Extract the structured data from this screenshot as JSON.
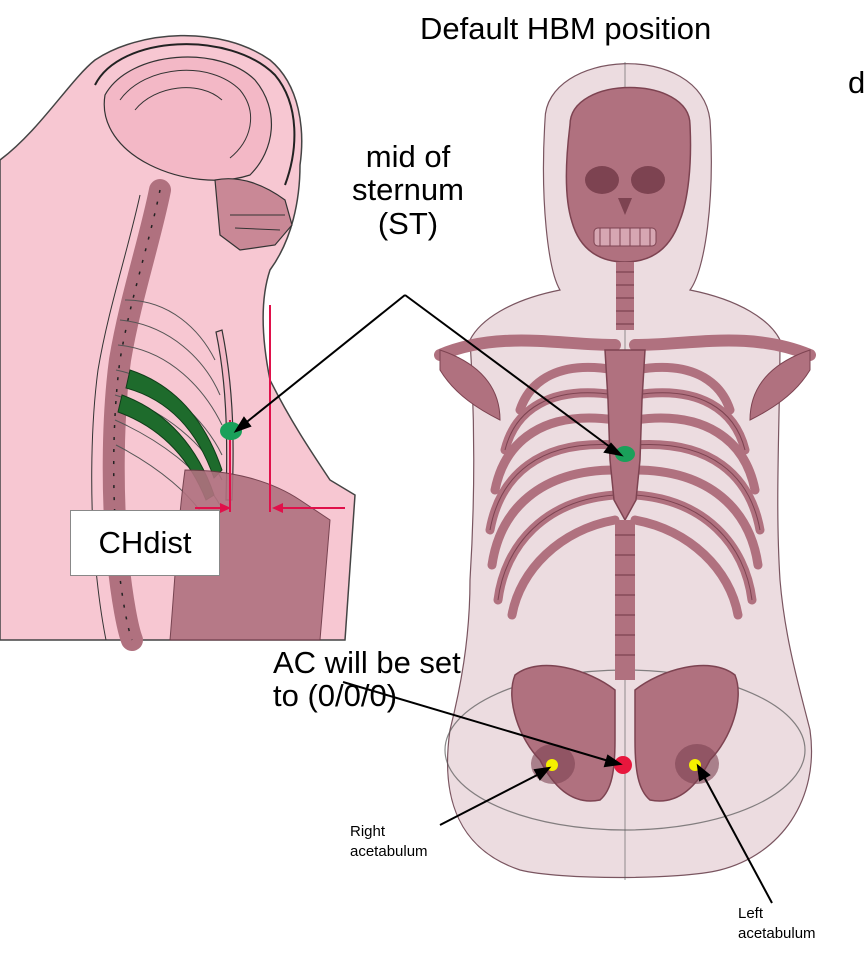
{
  "title": "Default HBM position",
  "cut_off_text": "d",
  "labels": {
    "sternum_line1": "mid of",
    "sternum_line2": "sternum",
    "sternum_line3": "(ST)",
    "chdist": "CHdist",
    "ac_line1": "AC will be set",
    "ac_line2": "to (0/0/0)",
    "right_acetabulum_line1": "Right",
    "right_acetabulum_line2": "acetabulum",
    "left_acetabulum_line1": "Left",
    "left_acetabulum_line2": "acetabulum"
  },
  "colors": {
    "skin_side": "#f7c7d2",
    "skeleton": "#b0717f",
    "skeleton_dark": "#7d4351",
    "translucent_body": "#dcbfc6",
    "rib_highlight": "#1e6b2c",
    "sternum_marker": "#1aa05a",
    "ac_marker": "#e8173d",
    "acetabulum_marker": "#f5f000",
    "measure_line": "#e0104a"
  }
}
